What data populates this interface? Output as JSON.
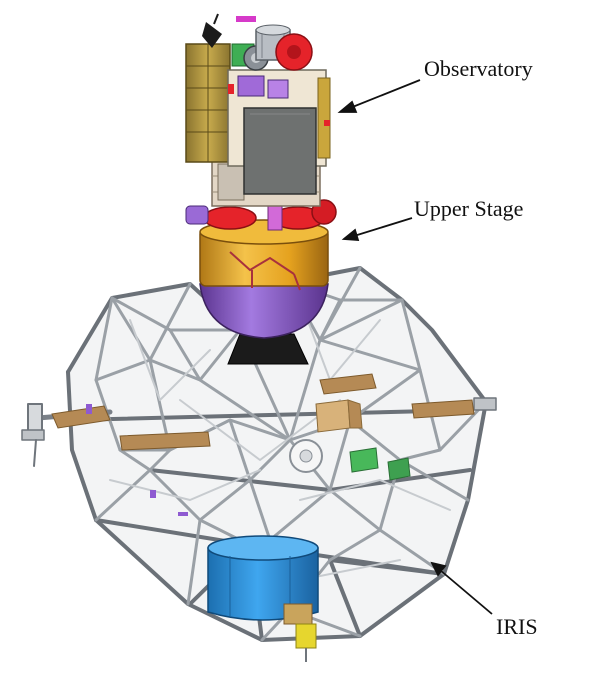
{
  "labels": {
    "observatory": "Observatory",
    "upper_stage": "Upper Stage",
    "iris": "IRIS"
  },
  "colors": {
    "truss": "#6f757c",
    "truss_light": "#d7dadd",
    "solar_panel": "#b89a3e",
    "radiator": "#6e7170",
    "gold_tank": "#e5a21f",
    "purple_bell": "#8e5ad1",
    "red_tanks": "#e5232a",
    "nozzle": "#1b1b1b",
    "iris_cylinder": "#2a8fd6",
    "wood_beam": "#b58a55",
    "green_box": "#48b85a",
    "yellow_fitting": "#e6d62e"
  }
}
